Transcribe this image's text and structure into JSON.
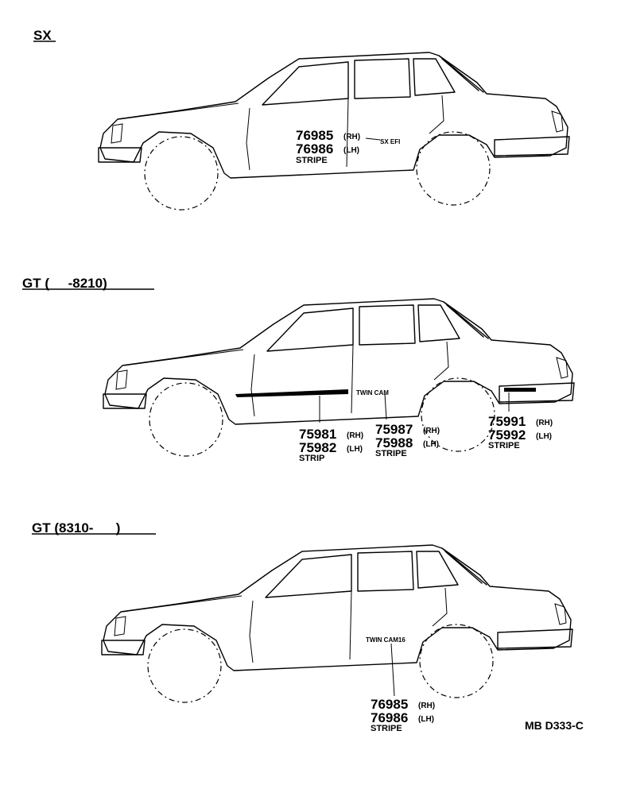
{
  "sections": [
    {
      "heading": "SX",
      "parts": [
        {
          "rh": "76985",
          "rh_side": "(RH)",
          "lh": "76986",
          "lh_side": "(LH)",
          "desc": "STRIPE"
        }
      ],
      "badge": "SX EFI"
    },
    {
      "heading": "GT (     -8210)",
      "parts": [
        {
          "rh": "75981",
          "rh_side": "(RH)",
          "lh": "75982",
          "lh_side": "(LH)",
          "desc": "STRIP"
        },
        {
          "rh": "75987",
          "rh_side": "(RH)",
          "lh": "75988",
          "lh_side": "(LH)",
          "desc": "STRIPE"
        },
        {
          "rh": "75991",
          "rh_side": "(RH)",
          "lh": "75992",
          "lh_side": "(LH)",
          "desc": "STRIPE"
        }
      ],
      "badge": "TWIN CAM"
    },
    {
      "heading": "GT (8310-      )",
      "parts": [
        {
          "rh": "76985",
          "rh_side": "(RH)",
          "lh": "76986",
          "lh_side": "(LH)",
          "desc": "STRIPE"
        }
      ],
      "badge": "TWIN CAM16"
    }
  ],
  "diagram_ref": "MB D333-C"
}
